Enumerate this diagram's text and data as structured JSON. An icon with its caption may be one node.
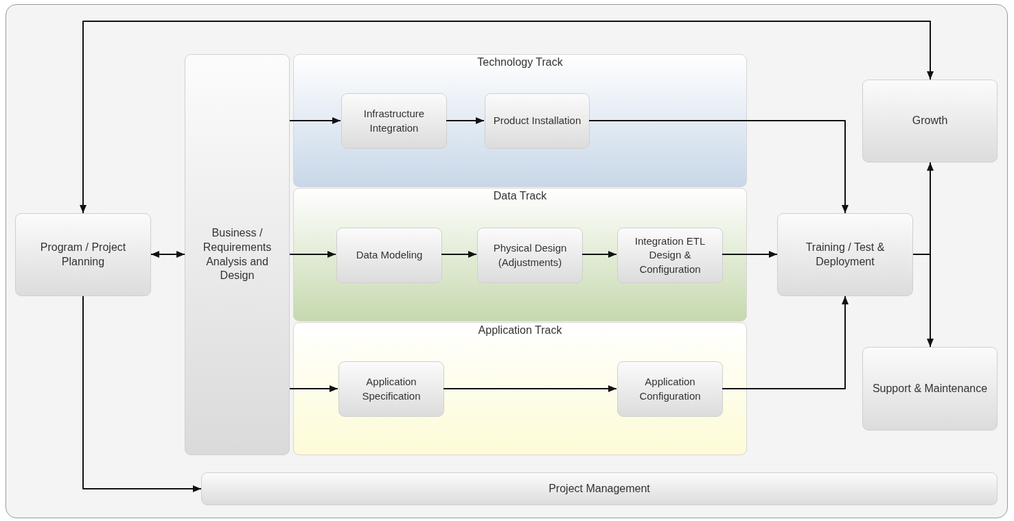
{
  "diagram": {
    "nodes": [
      {
        "text": [
          "Program / Project Planning"
        ]
      },
      {
        "text": [
          "Business / Requirements Analysis and Design"
        ]
      },
      {
        "text": [
          "Technology Track"
        ]
      },
      {
        "text": [
          "Infrastructure Integration"
        ],
        "in": 2
      },
      {
        "text": [
          "Product Installation"
        ],
        "in": 2
      },
      {
        "text": [
          "Data Track"
        ]
      },
      {
        "text": [
          "Data Modeling"
        ],
        "in": 5
      },
      {
        "text": [
          "Physical Design (Adjustments)"
        ],
        "in": 5
      },
      {
        "text": [
          "Integration ETL Design & Configuration"
        ],
        "in": 5
      },
      {
        "text": [
          "Application Track"
        ]
      },
      {
        "text": [
          "Application Specification"
        ],
        "in": 9
      },
      {
        "text": [
          "Application Configuration"
        ],
        "in": 9
      },
      {
        "text": [
          "Training / Test & Deployment"
        ]
      },
      {
        "text": [
          "Growth"
        ]
      },
      {
        "text": [
          "Support & Maintenance"
        ]
      },
      {
        "text": [
          "Project Management"
        ]
      }
    ],
    "edges": [
      {
        "from": 0,
        "to": 13,
        "arrow": "both"
      },
      {
        "from": 0,
        "to": 1,
        "arrow": "both"
      },
      {
        "from": 1,
        "to": 3,
        "arrow": "to"
      },
      {
        "from": 3,
        "to": 4,
        "arrow": "to"
      },
      {
        "from": 4,
        "to": 12,
        "arrow": "to"
      },
      {
        "from": 1,
        "to": 6,
        "arrow": "to"
      },
      {
        "from": 6,
        "to": 7,
        "arrow": "to"
      },
      {
        "from": 7,
        "to": 8,
        "arrow": "to"
      },
      {
        "from": 8,
        "to": 12,
        "arrow": "to"
      },
      {
        "from": 1,
        "to": 10,
        "arrow": "to"
      },
      {
        "from": 10,
        "to": 11,
        "arrow": "to"
      },
      {
        "from": 11,
        "to": 12,
        "arrow": "to"
      },
      {
        "from": 12,
        "to": 13,
        "arrow": "to"
      },
      {
        "from": 12,
        "to": 14,
        "arrow": "to"
      },
      {
        "from": 0,
        "to": 15,
        "arrow": "to"
      }
    ]
  }
}
